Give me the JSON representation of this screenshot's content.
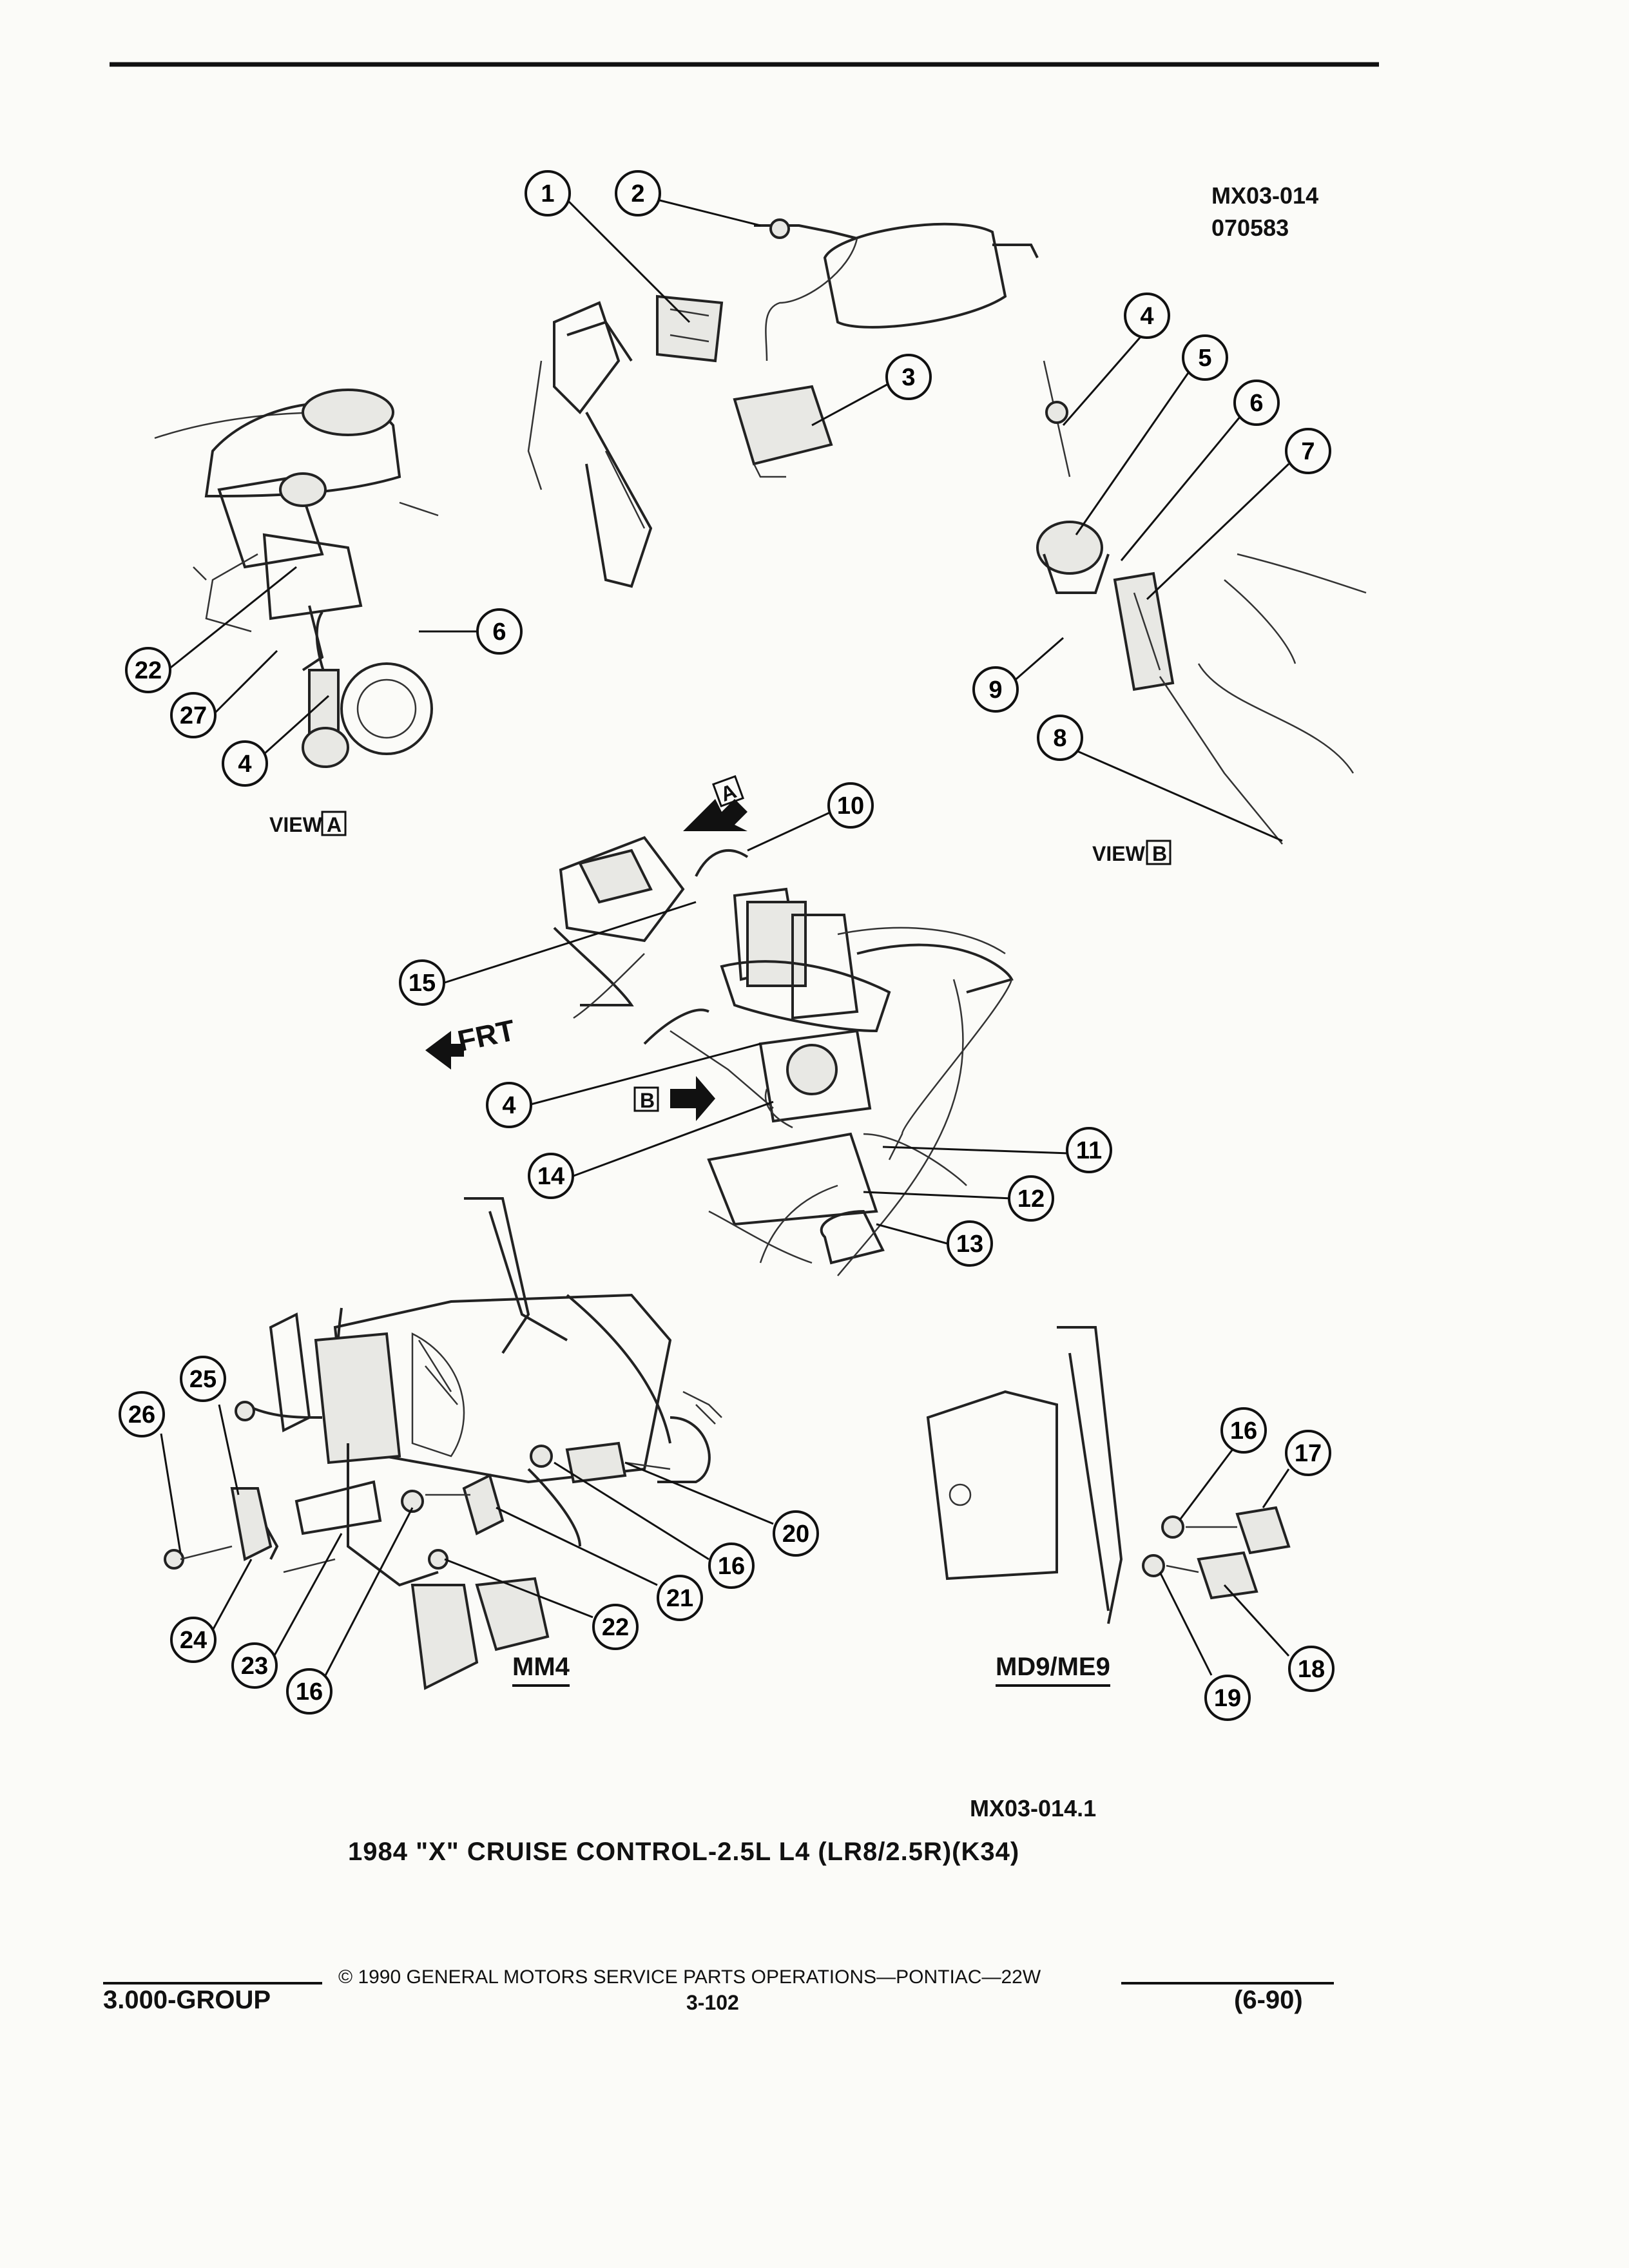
{
  "header": {
    "figure_code": "MX03-014",
    "figure_date": "070583"
  },
  "views": {
    "view_a_word": "VIEW",
    "view_a_box": "A",
    "view_b_word": "VIEW",
    "view_b_box": "B",
    "frt": "FRT",
    "arrow_a_box": "A",
    "arrow_b_box": "B"
  },
  "subviews": {
    "mm4": "MM4",
    "md9": "MD9/ME9"
  },
  "caption": {
    "ref": "MX03-014.1",
    "title": "1984 \"X\" CRUISE CONTROL-2.5L L4 (LR8/2.5R)(K34)"
  },
  "footer": {
    "copyright": "© 1990 GENERAL MOTORS SERVICE PARTS OPERATIONS—PONTIAC—22W",
    "group": "3.000-GROUP",
    "page": "3-102",
    "date": "(6-90)"
  },
  "callouts": [
    {
      "n": "1"
    },
    {
      "n": "2"
    },
    {
      "n": "3"
    },
    {
      "n": "4"
    },
    {
      "n": "5"
    },
    {
      "n": "6"
    },
    {
      "n": "7"
    },
    {
      "n": "9"
    },
    {
      "n": "8"
    },
    {
      "n": "6"
    },
    {
      "n": "22"
    },
    {
      "n": "27"
    },
    {
      "n": "4"
    },
    {
      "n": "10"
    },
    {
      "n": "15"
    },
    {
      "n": "4"
    },
    {
      "n": "14"
    },
    {
      "n": "11"
    },
    {
      "n": "12"
    },
    {
      "n": "13"
    },
    {
      "n": "25"
    },
    {
      "n": "26"
    },
    {
      "n": "20"
    },
    {
      "n": "16"
    },
    {
      "n": "21"
    },
    {
      "n": "22"
    },
    {
      "n": "24"
    },
    {
      "n": "23"
    },
    {
      "n": "16"
    },
    {
      "n": "16"
    },
    {
      "n": "17"
    },
    {
      "n": "18"
    },
    {
      "n": "19"
    }
  ]
}
